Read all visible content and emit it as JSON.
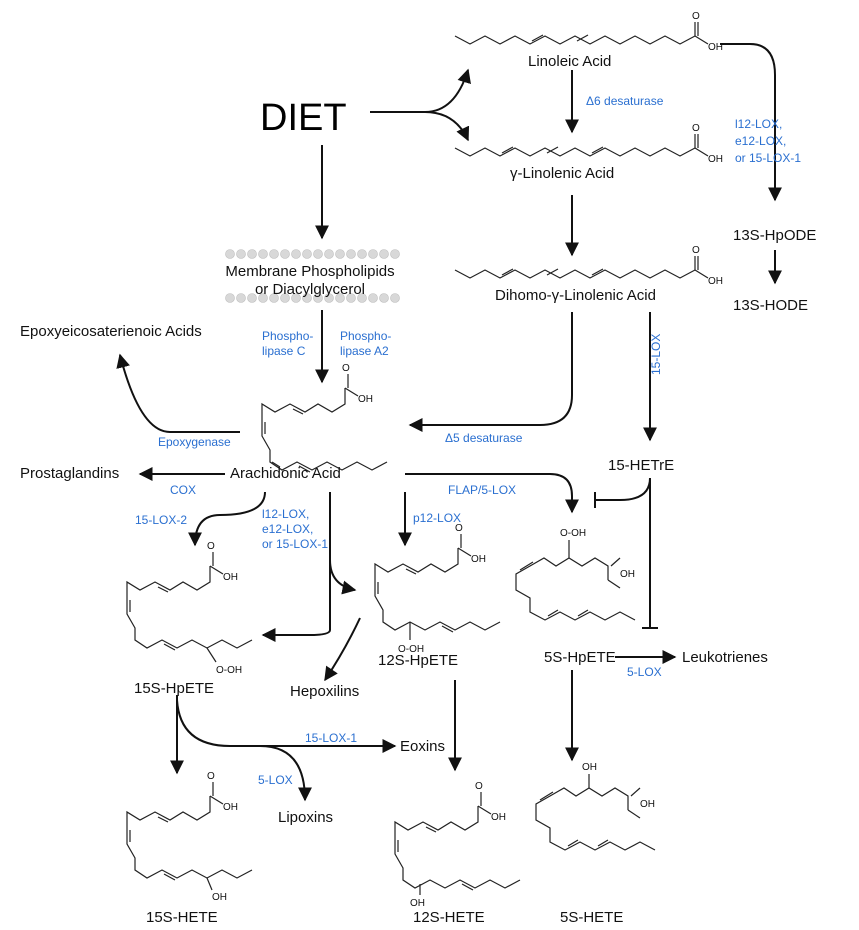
{
  "nodes": {
    "diet": "DIET",
    "linoleic": "Linoleic Acid",
    "gamma_linolenic": "γ-Linolenic Acid",
    "dihomo": "Dihomo-γ-Linolenic Acid",
    "membrane": "Membrane Phospholipids\nor Diacylglycerol",
    "arachidonic": "Arachidonic Acid",
    "epoxy_acids": "Epoxyeicosaterienoic Acids",
    "prostaglandins": "Prostaglandins",
    "hpode": "13S-HpODE",
    "hode": "13S-HODE",
    "hetre": "15-HETrE",
    "hpete15": "15S-HpETE",
    "hpete12": "12S-HpETE",
    "hpete5": "5S-HpETE",
    "hepoxilins": "Hepoxilins",
    "leukotrienes": "Leukotrienes",
    "eoxins": "Eoxins",
    "lipoxins": "Lipoxins",
    "hete15": "15S-HETE",
    "hete12": "12S-HETE",
    "hete5": "5S-HETE"
  },
  "enzymes": {
    "d6_desaturase": "Δ6 desaturase",
    "lox_group_top": "l12-LOX,\ne12-LOX,\nor 15-LOX-1",
    "lox15": "15-LOX",
    "plc": "Phospho-\nlipase C",
    "pla2": "Phospho-\nlipase A2",
    "epoxygenase": "Epoxygenase",
    "d5_desaturase": "Δ5 desaturase",
    "cox": "COX",
    "flap_5lox": "FLAP/5-LOX",
    "p12lox": "p12-LOX",
    "lox_group_mid": "l12-LOX,\ne12-LOX,\nor 15-LOX-1",
    "lox15_2": "15-LOX-2",
    "lox5_leuko": "5-LOX",
    "lox15_1": "15-LOX-1",
    "lox5_lipox": "5-LOX"
  },
  "struct_labels": {
    "oh": "OH",
    "ooh": "O-OH",
    "o": "O",
    "ooh_left": "OOH"
  }
}
